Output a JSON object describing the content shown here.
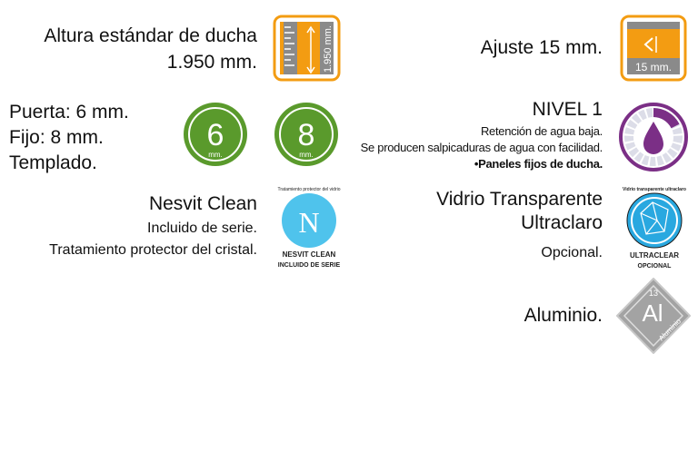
{
  "height": {
    "title": "Altura estándar de ducha",
    "value": "1.950 mm.",
    "icon_label": "1.950 mm."
  },
  "adjust": {
    "title": "Ajuste 15 mm.",
    "icon_label": "15 mm."
  },
  "glass": {
    "lines": [
      "Puerta: 6 mm.",
      "Fijo: 8 mm.",
      "Templado."
    ],
    "badges": [
      {
        "num": "6",
        "unit": "mm."
      },
      {
        "num": "8",
        "unit": "mm."
      }
    ]
  },
  "level": {
    "title": "NIVEL 1",
    "lines": [
      "Retención de agua baja.",
      "Se producen salpicaduras de agua con facilidad.",
      "•Paneles fijos de ducha."
    ]
  },
  "nesvit": {
    "title": "Nesvit Clean",
    "lines": [
      "Incluido de serie.",
      "Tratamiento protector del cristal."
    ],
    "badge_top": "Tratamiento protector del vidrio",
    "badge_bottom1": "NESVIT CLEAN",
    "badge_bottom2": "INCLUIDO DE SERIE"
  },
  "ultra": {
    "title1": "Vidrio Transparente",
    "title2": "Ultraclaro",
    "sub": "Opcional.",
    "badge_top": "Vidrio transparente ultraclaro",
    "badge_bottom1": "ULTRACLEAR",
    "badge_bottom2": "OPCIONAL"
  },
  "alu": {
    "title": "Aluminio.",
    "number": "13",
    "symbol": "Al",
    "name": "Aluminio"
  },
  "colors": {
    "orange": "#f39c12",
    "green": "#5a9a2c",
    "purple": "#7b2f86",
    "blue": "#29a8e0",
    "gray": "#a3a3a3"
  }
}
